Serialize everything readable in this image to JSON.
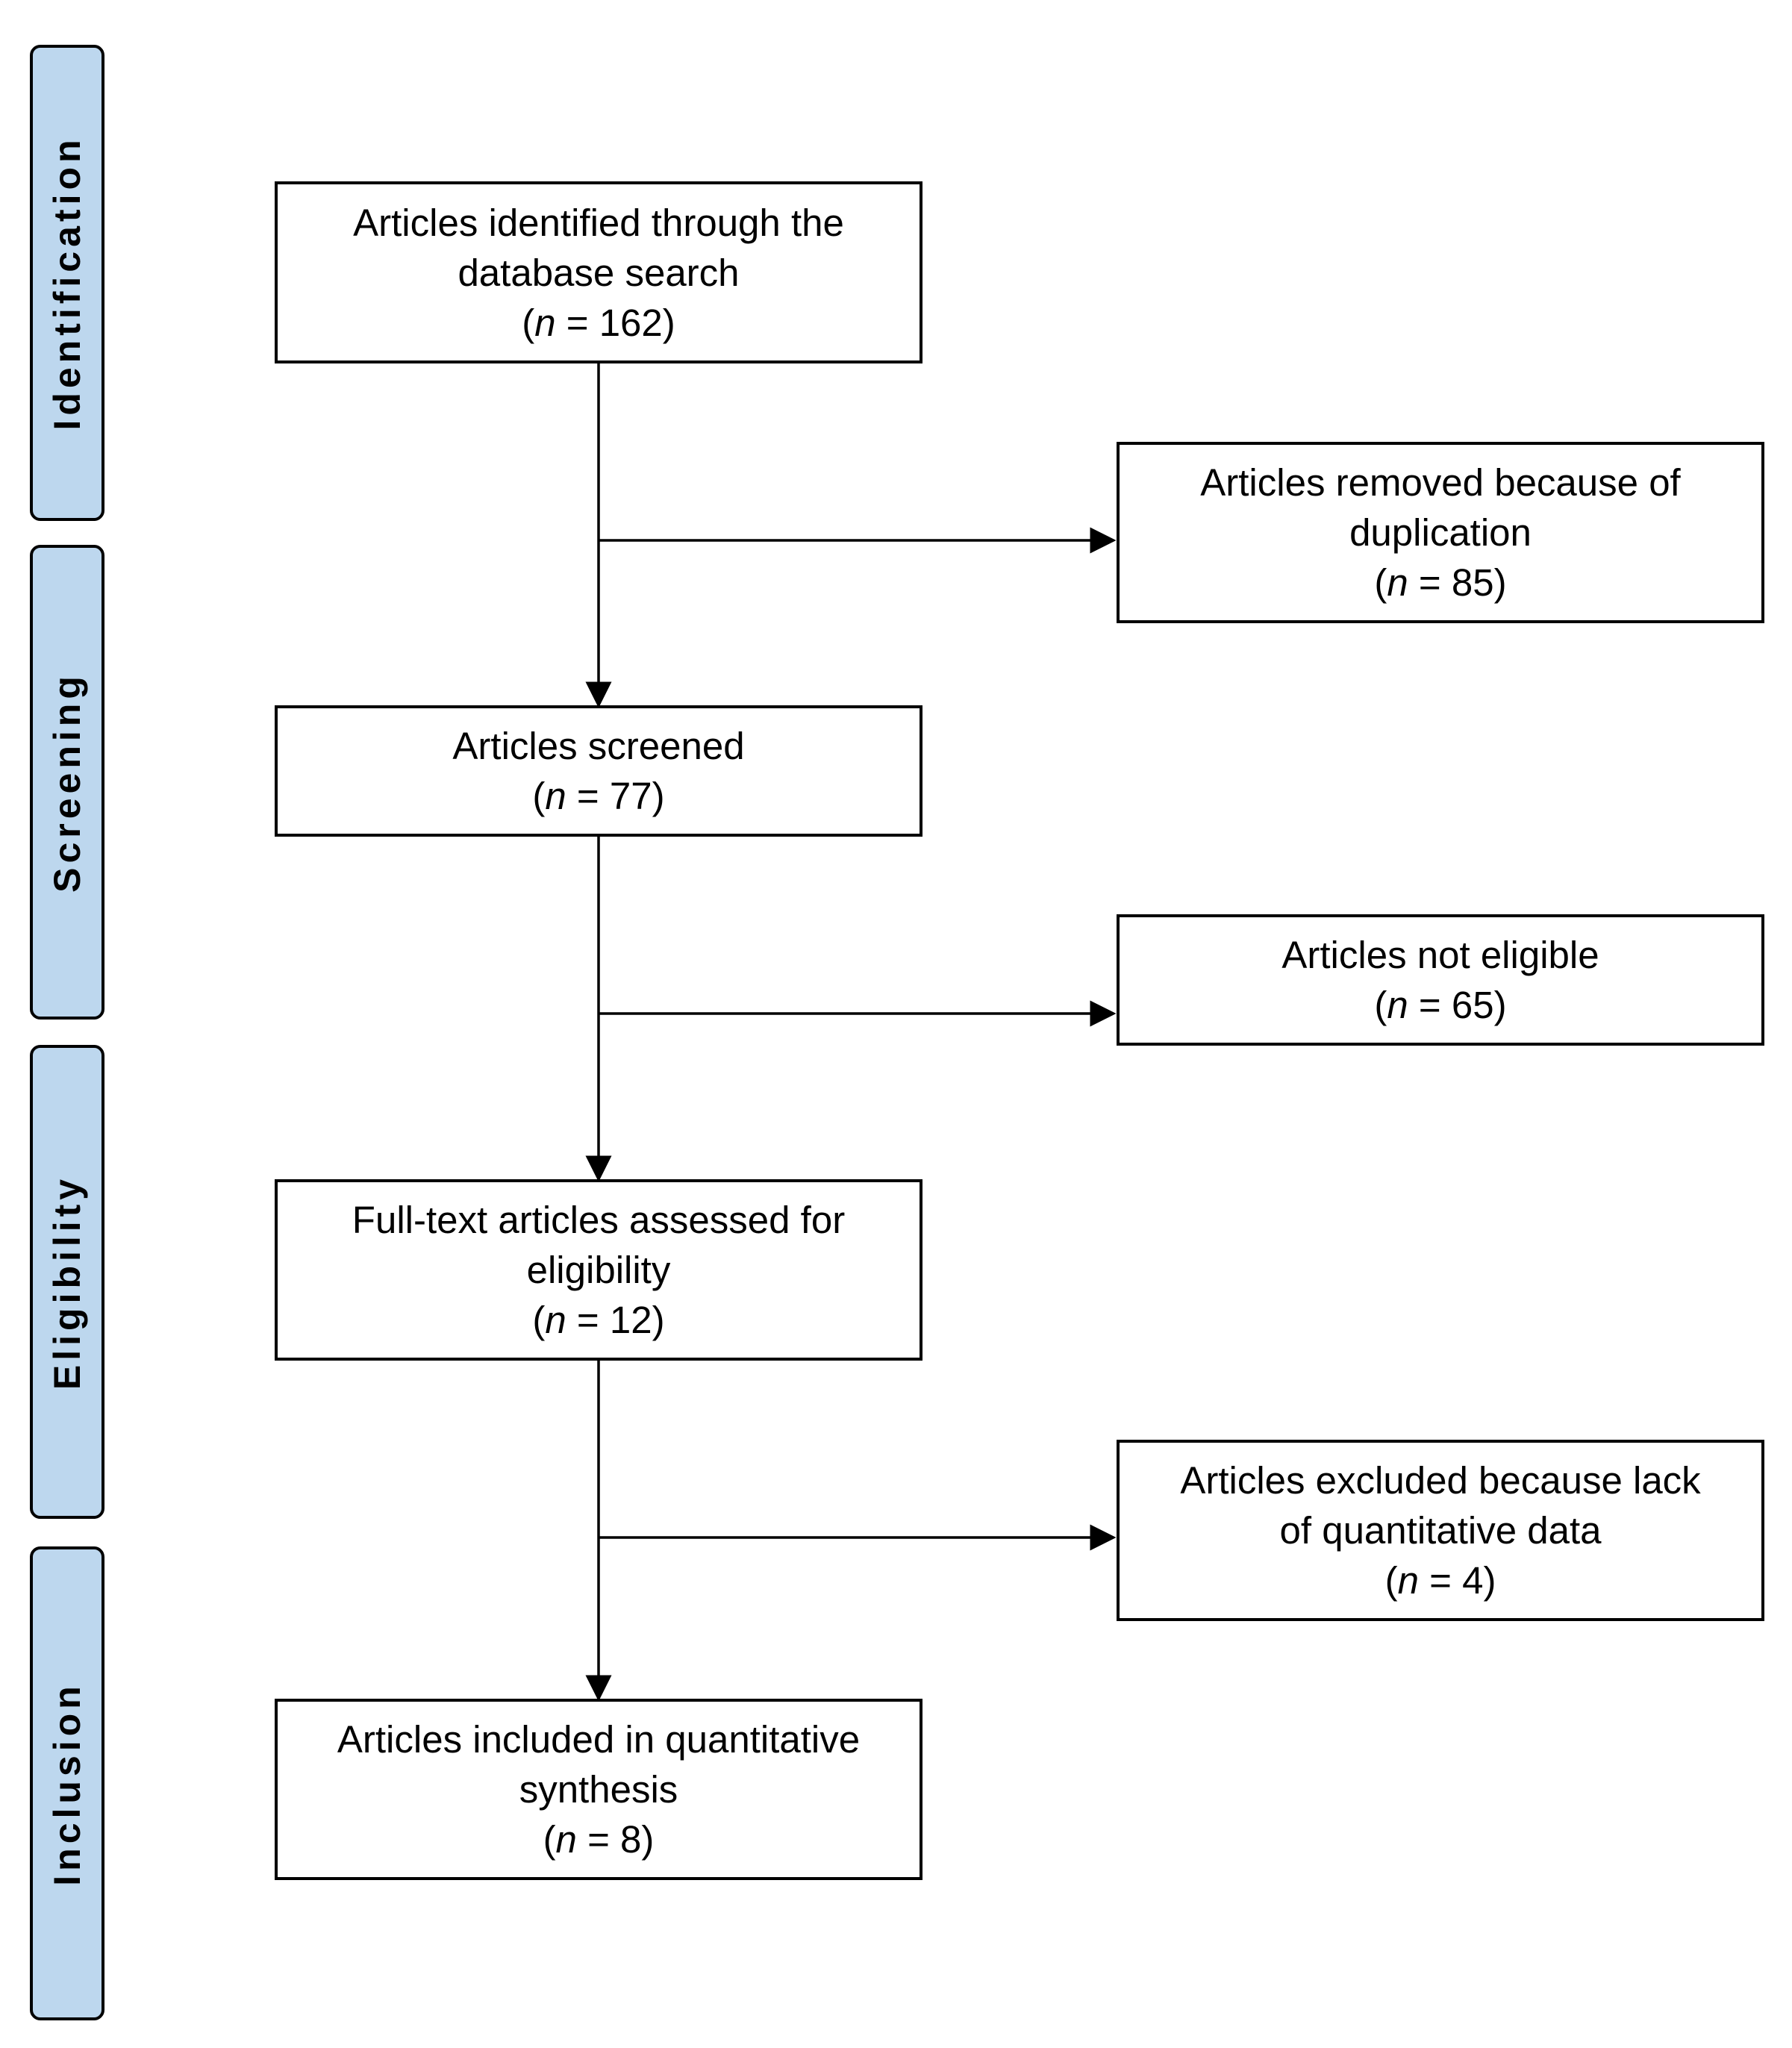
{
  "stages": [
    {
      "label": "Identification"
    },
    {
      "label": "Screening"
    },
    {
      "label": "Eligibility"
    },
    {
      "label": "Inclusion"
    }
  ],
  "main_boxes": [
    {
      "lines": [
        "Articles identified through the",
        "database search"
      ],
      "n": "162"
    },
    {
      "lines": [
        "Articles screened"
      ],
      "n": "77"
    },
    {
      "lines": [
        "Full-text articles assessed for",
        "eligibility"
      ],
      "n": "12"
    },
    {
      "lines": [
        "Articles included in quantitative",
        "synthesis"
      ],
      "n": "8"
    }
  ],
  "side_boxes": [
    {
      "lines": [
        "Articles removed because of",
        "duplication"
      ],
      "n": "85"
    },
    {
      "lines": [
        "Articles not eligible"
      ],
      "n": "65"
    },
    {
      "lines": [
        "Articles excluded because lack",
        "of quantitative data"
      ],
      "n": "4"
    }
  ],
  "count_format": {
    "open": "(",
    "var": "n",
    "eq": " = ",
    "close": ")"
  },
  "colors": {
    "stage_fill": "#bdd7ee",
    "line": "#000000",
    "box_fill": "#ffffff"
  }
}
